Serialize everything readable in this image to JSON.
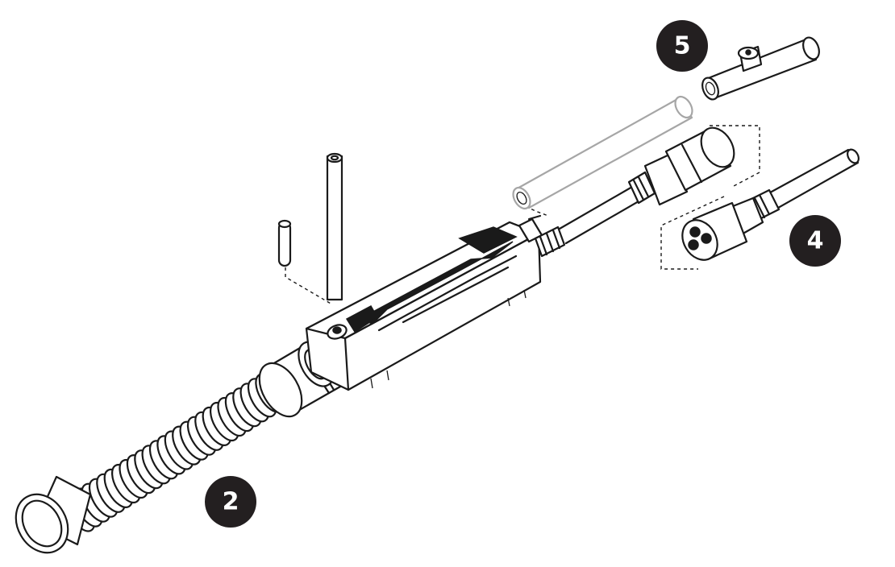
{
  "colors": {
    "badge_fill": "#231f20",
    "badge_text": "#ffffff",
    "line": "#1a1a1a",
    "ghost_part": "#a6a6a6"
  },
  "callouts": [
    {
      "id": "callout-2",
      "label": "2"
    },
    {
      "id": "callout-4",
      "label": "4"
    },
    {
      "id": "callout-5",
      "label": "5"
    }
  ]
}
